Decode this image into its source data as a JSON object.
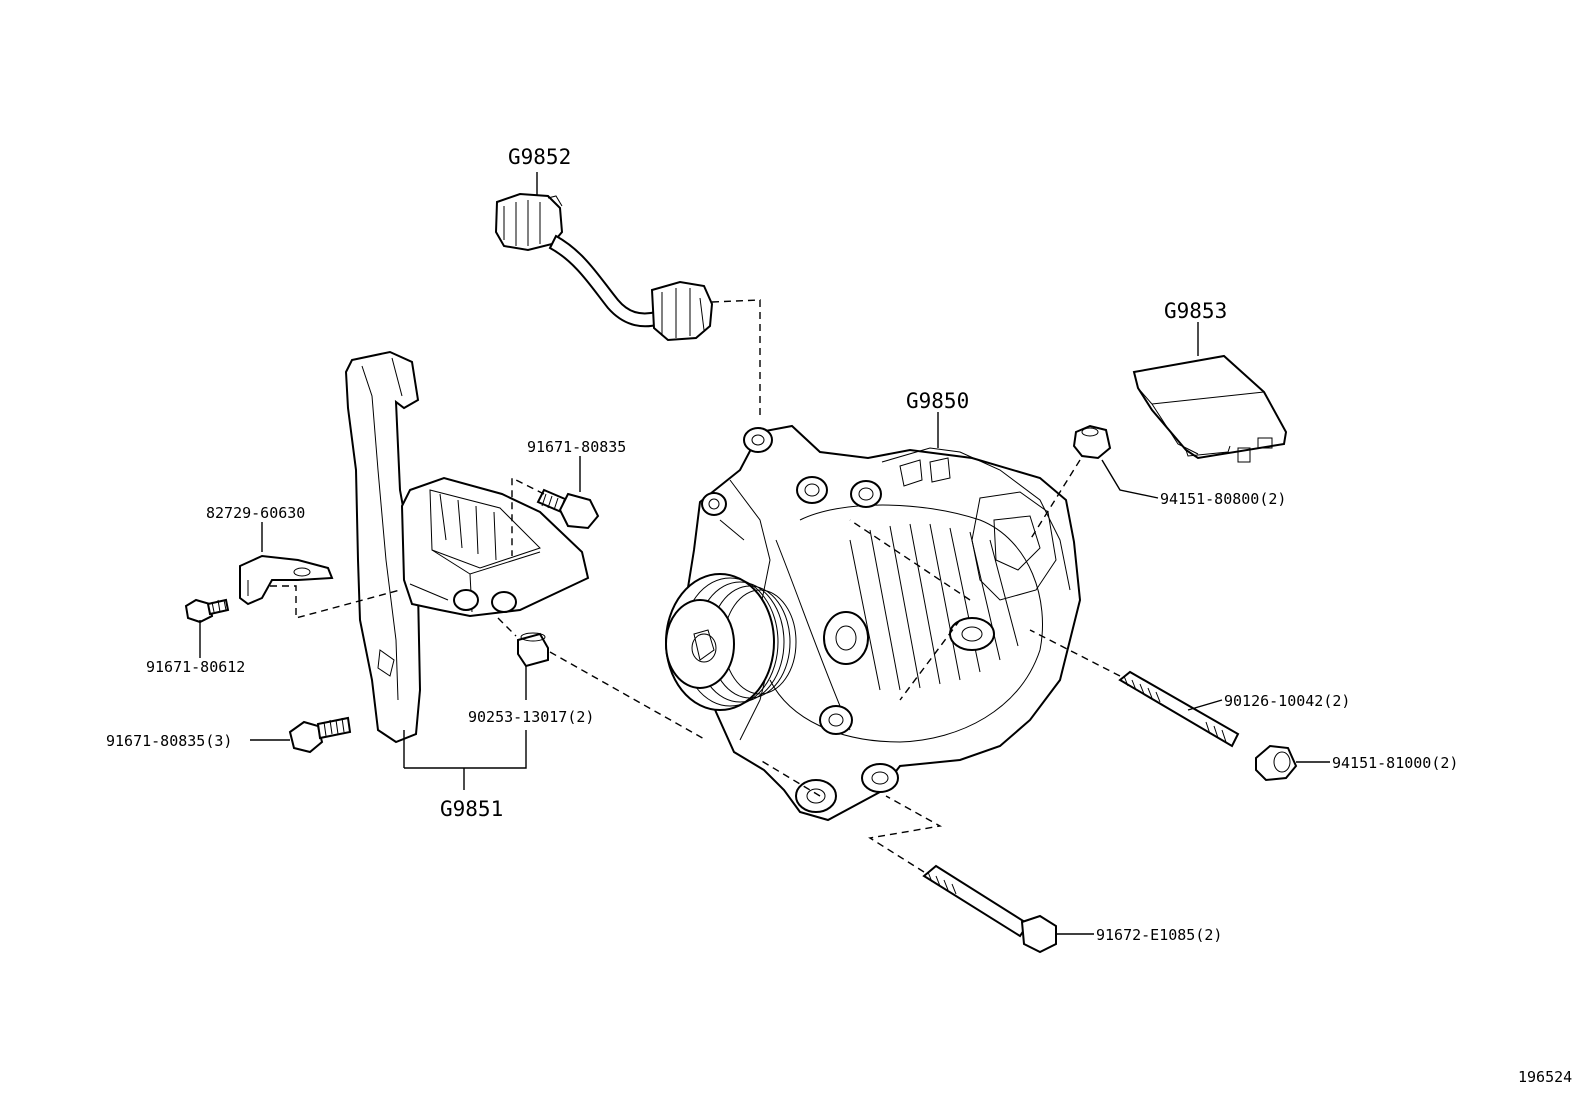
{
  "diagram_id": "196524",
  "labels": {
    "g9852": "G9852",
    "g9853": "G9853",
    "g9850": "G9850",
    "g9851": "G9851",
    "p_91671_80835_top": "91671-80835",
    "p_82729_60630": "82729-60630",
    "p_91671_80612": "91671-80612",
    "p_91671_80835_3": "91671-80835(3)",
    "p_90253_13017_2": "90253-13017(2)",
    "p_94151_80800_2": "94151-80800(2)",
    "p_90126_10042_2": "90126-10042(2)",
    "p_94151_81000_2": "94151-81000(2)",
    "p_91672_e1085_2": "91672-E1085(2)"
  },
  "colors": {
    "ink": "#000000",
    "paper": "#ffffff"
  }
}
